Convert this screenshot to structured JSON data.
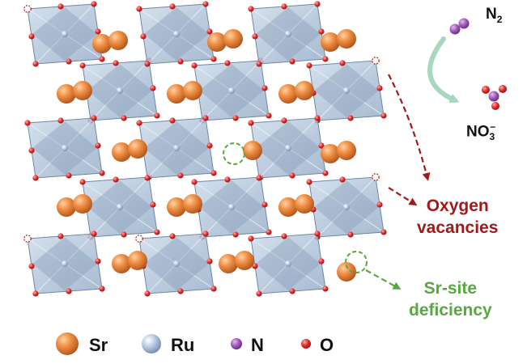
{
  "molecules": {
    "n2": {
      "base": "N",
      "sub": "2"
    },
    "nitrate": {
      "base": "NO",
      "sub": "3",
      "sup": "−"
    }
  },
  "annotations": {
    "oxygen_vacancies": [
      "Oxygen",
      "vacancies"
    ],
    "sr_site_deficiency": [
      "Sr-site",
      "deficiency"
    ]
  },
  "legend": [
    {
      "key": "sr",
      "label": "Sr",
      "color": "#ee8a3c"
    },
    {
      "key": "ru",
      "label": "Ru",
      "color": "#a9c1da"
    },
    {
      "key": "n",
      "label": "N",
      "color": "#a058b8"
    },
    {
      "key": "o",
      "label": "O",
      "color": "#e22a2a"
    }
  ],
  "colors": {
    "octahedron_fill": "#a8bdd6",
    "octahedron_edge": "#6d88a8",
    "oxygen_vacancy": "#a11a1a",
    "sr_vacancy": "#5aa642",
    "cycle_arrow": "#a8d6bf"
  }
}
